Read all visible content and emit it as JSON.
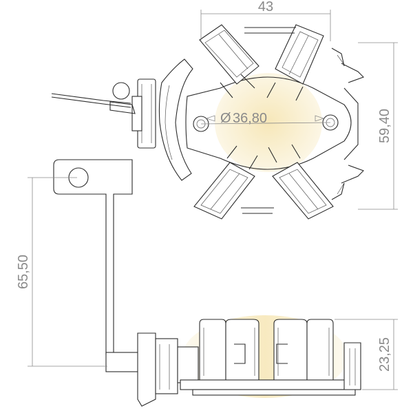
{
  "dimensions": {
    "width_top": "43",
    "height_right": "59,40",
    "diameter": "36,80",
    "diameter_symbol": "Ø",
    "height_left": "65,50",
    "height_bottom": "23,25"
  },
  "colors": {
    "line": "#2b2b2b",
    "dimension": "#8a8a8a",
    "cream_highlight": "#f6e6b5",
    "part_fill": "#f2f2f2"
  }
}
